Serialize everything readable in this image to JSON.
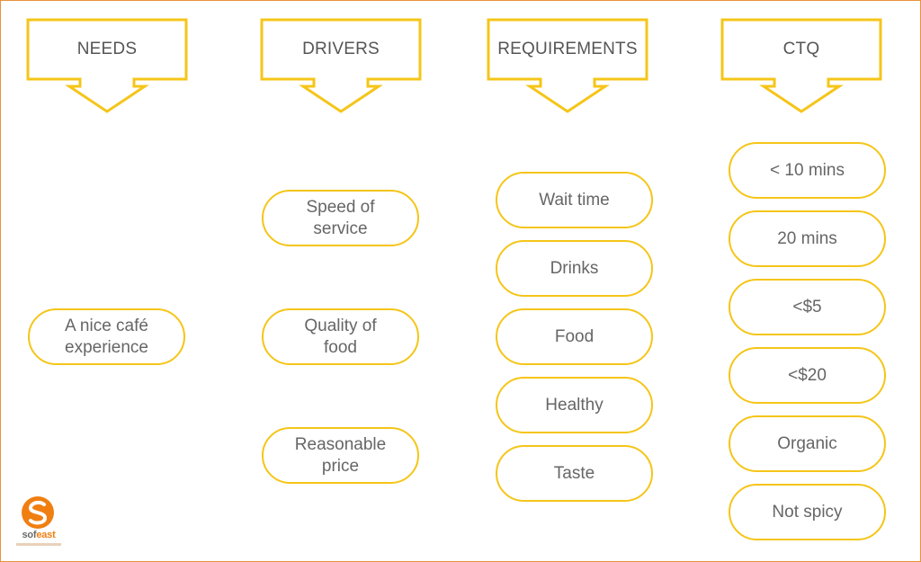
{
  "colors": {
    "accent": "#f5c518",
    "frame": "#e8923a",
    "text": "#666666",
    "logo": "#f07f12"
  },
  "headers": [
    "NEEDS",
    "DRIVERS",
    "REQUIREMENTS",
    "CTQ"
  ],
  "needs": [
    "A nice café\nexperience"
  ],
  "drivers": [
    "Speed of\nservice",
    "Quality of\nfood",
    "Reasonable\nprice"
  ],
  "requirements": [
    "Wait time",
    "Drinks",
    "Food",
    "Healthy",
    "Taste"
  ],
  "ctq": [
    "< 10 mins",
    "20 mins",
    "<$5",
    "<$20",
    "Organic",
    "Not spicy"
  ],
  "logo": {
    "brand_left": "sof",
    "brand_right": "east"
  }
}
